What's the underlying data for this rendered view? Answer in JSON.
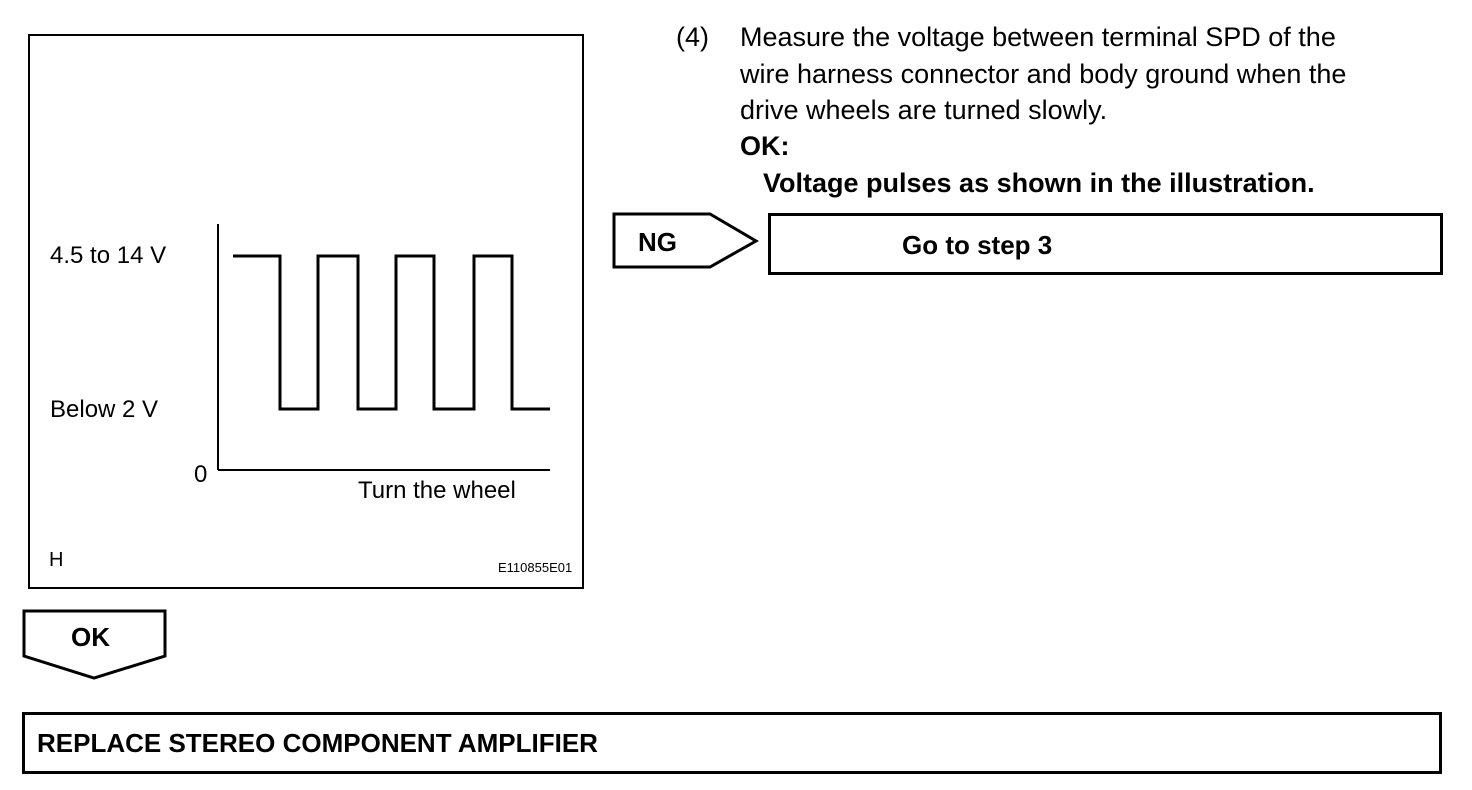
{
  "figure": {
    "high_label": "4.5 to 14 V",
    "low_label": "Below 2 V",
    "origin_label": "0",
    "x_label": "Turn the wheel",
    "corner_label": "H",
    "figure_code": "E110855E01"
  },
  "step": {
    "number": "(4)",
    "lines": [
      "Measure the voltage between terminal SPD of the",
      "wire harness connector and body ground when the",
      "drive wheels are turned slowly."
    ],
    "ok_heading": "OK:",
    "ok_result": "Voltage pulses as shown in the illustration."
  },
  "ng_branch": {
    "label": "NG",
    "action": "Go to step 3"
  },
  "ok_branch": {
    "label": "OK",
    "action": "REPLACE STEREO COMPONENT AMPLIFIER"
  }
}
